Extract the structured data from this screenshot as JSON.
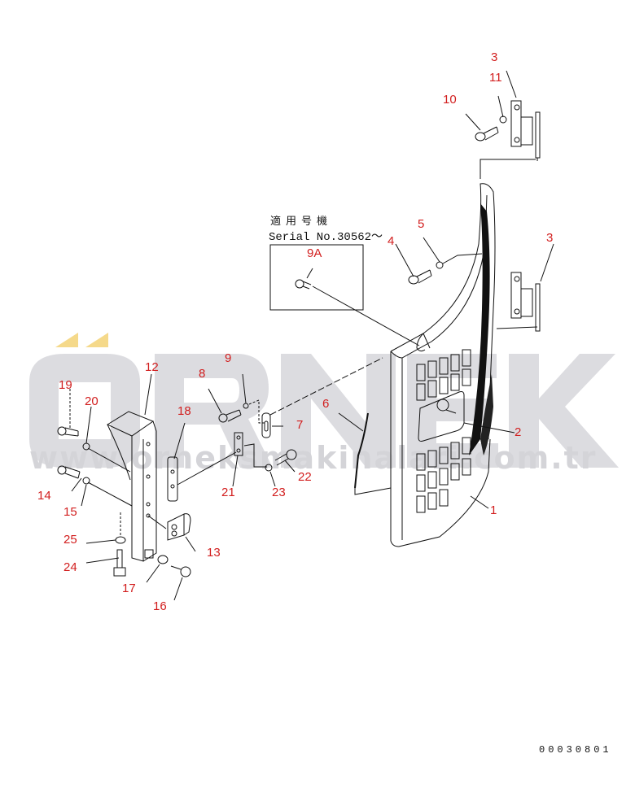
{
  "diagram": {
    "type": "exploded-parts-diagram",
    "drawing_number": "00030801",
    "note": {
      "japanese": "適用号機",
      "serial": "Serial No.30562～"
    },
    "watermark": {
      "brand": "ÖRNEK",
      "url": "www.orneksmakinalari.com.tr",
      "accent_color": "#f5d98a",
      "text_color": "#d4d4d8"
    },
    "callout_color": "#d21e1e",
    "callouts": [
      {
        "id": "1",
        "label": "1"
      },
      {
        "id": "2",
        "label": "2"
      },
      {
        "id": "3a",
        "label": "3"
      },
      {
        "id": "3b",
        "label": "3"
      },
      {
        "id": "4",
        "label": "4"
      },
      {
        "id": "5",
        "label": "5"
      },
      {
        "id": "6",
        "label": "6"
      },
      {
        "id": "7",
        "label": "7"
      },
      {
        "id": "8",
        "label": "8"
      },
      {
        "id": "9",
        "label": "9"
      },
      {
        "id": "9A",
        "label": "9A"
      },
      {
        "id": "10",
        "label": "10"
      },
      {
        "id": "11",
        "label": "11"
      },
      {
        "id": "12",
        "label": "12"
      },
      {
        "id": "13",
        "label": "13"
      },
      {
        "id": "14",
        "label": "14"
      },
      {
        "id": "15",
        "label": "15"
      },
      {
        "id": "16",
        "label": "16"
      },
      {
        "id": "17",
        "label": "17"
      },
      {
        "id": "18",
        "label": "18"
      },
      {
        "id": "19",
        "label": "19"
      },
      {
        "id": "20",
        "label": "20"
      },
      {
        "id": "21",
        "label": "21"
      },
      {
        "id": "22",
        "label": "22"
      },
      {
        "id": "23",
        "label": "23"
      },
      {
        "id": "24",
        "label": "24"
      },
      {
        "id": "25",
        "label": "25"
      }
    ]
  }
}
